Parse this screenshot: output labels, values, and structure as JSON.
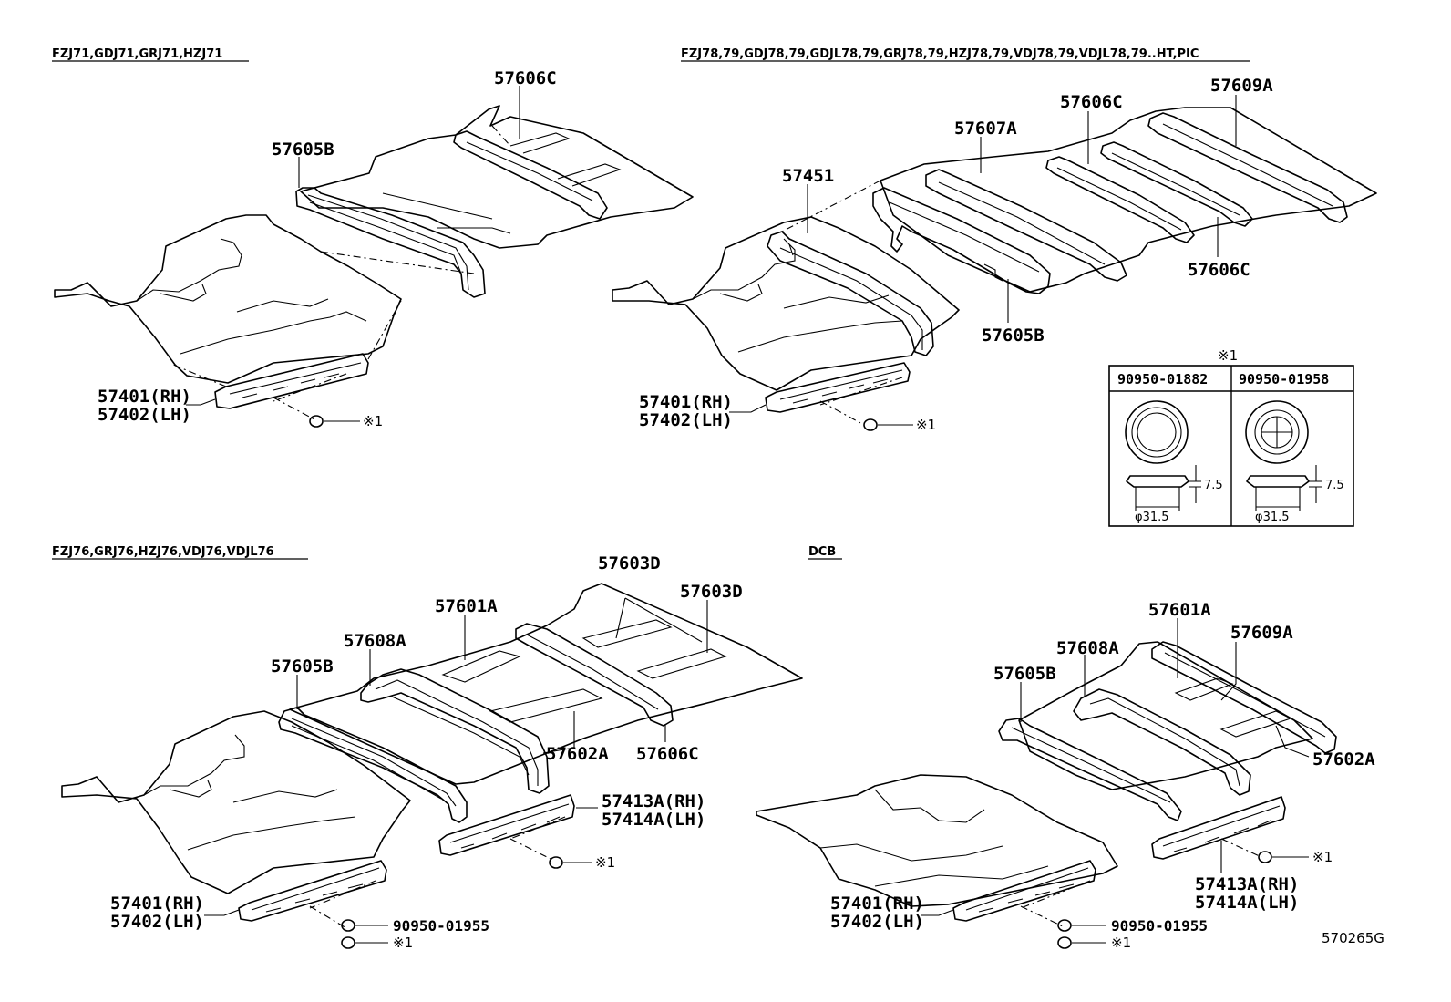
{
  "sections": {
    "top_left": {
      "header": "FZJ71,GDJ71,GRJ71,HZJ71"
    },
    "top_right": {
      "header": "FZJ78,79,GDJ78,79,GDJL78,79,GRJ78,79,HZJ78,79,VDJ78,79,VDJL78,79..HT,PIC"
    },
    "bottom_left": {
      "header": "FZJ76,GRJ76,HZJ76,VDJ76,VDJL76"
    },
    "bottom_right": {
      "header": "DCB"
    }
  },
  "labels": {
    "tl_57606C": "57606C",
    "tl_57605B": "57605B",
    "tl_57401": "57401(RH)",
    "tl_57402": "57402(LH)",
    "tl_ref1": "※1",
    "tr_57609A": "57609A",
    "tr_57606C_top": "57606C",
    "tr_57607A": "57607A",
    "tr_57451": "57451",
    "tr_57606C_bottom": "57606C",
    "tr_57605B": "57605B",
    "tr_57401": "57401(RH)",
    "tr_57402": "57402(LH)",
    "tr_ref1": "※1",
    "bl_57603D_a": "57603D",
    "bl_57603D_b": "57603D",
    "bl_57601A": "57601A",
    "bl_57608A": "57608A",
    "bl_57605B": "57605B",
    "bl_57602A": "57602A",
    "bl_57606C": "57606C",
    "bl_57413A": "57413A(RH)",
    "bl_57414A": "57414A(LH)",
    "bl_ref1_a": "※1",
    "bl_57401": "57401(RH)",
    "bl_57402": "57402(LH)",
    "bl_90950": "90950-01955",
    "bl_ref1_b": "※1",
    "br_57601A": "57601A",
    "br_57609A": "57609A",
    "br_57608A": "57608A",
    "br_57605B": "57605B",
    "br_57602A": "57602A",
    "br_ref1_a": "※1",
    "br_57413A": "57413A(RH)",
    "br_57414A": "57414A(LH)",
    "br_57401": "57401(RH)",
    "br_57402": "57402(LH)",
    "br_90950": "90950-01955",
    "br_ref1_b": "※1"
  },
  "legend_box": {
    "title": "※1",
    "col1_part": "90950-01882",
    "col2_part": "90950-01958",
    "height_value": "7.5",
    "diameter_value": "φ31.5"
  },
  "figure_code": "570265G"
}
